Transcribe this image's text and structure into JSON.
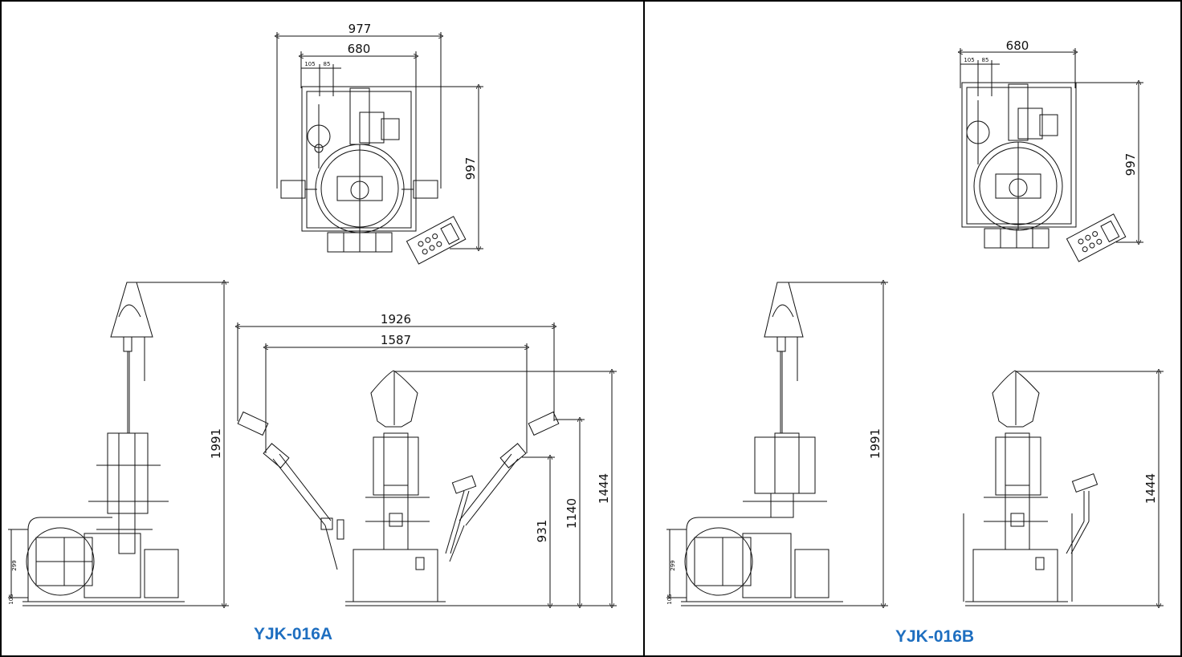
{
  "panels": {
    "a": {
      "model": "YJK-016A",
      "top_view": {
        "width_outer": "977",
        "width_inner": "680",
        "offset_1": "105",
        "offset_2": "85",
        "depth": "997"
      },
      "side_view": {
        "height": "1991",
        "base": "105",
        "foot": "299"
      },
      "front_view": {
        "span_outer": "1926",
        "span_inner": "1587",
        "h_total": "1444",
        "h_arm_upper": "1140",
        "h_arm_lower": "931"
      }
    },
    "b": {
      "model": "YJK-016B",
      "top_view": {
        "width": "680",
        "offset_1": "105",
        "offset_2": "85",
        "depth": "997"
      },
      "side_view": {
        "height": "1991",
        "base": "105",
        "foot": "299"
      },
      "front_view": {
        "h_total": "1444"
      }
    }
  },
  "colors": {
    "label": "#1f6fc0",
    "line": "#111111",
    "border": "#000000"
  }
}
